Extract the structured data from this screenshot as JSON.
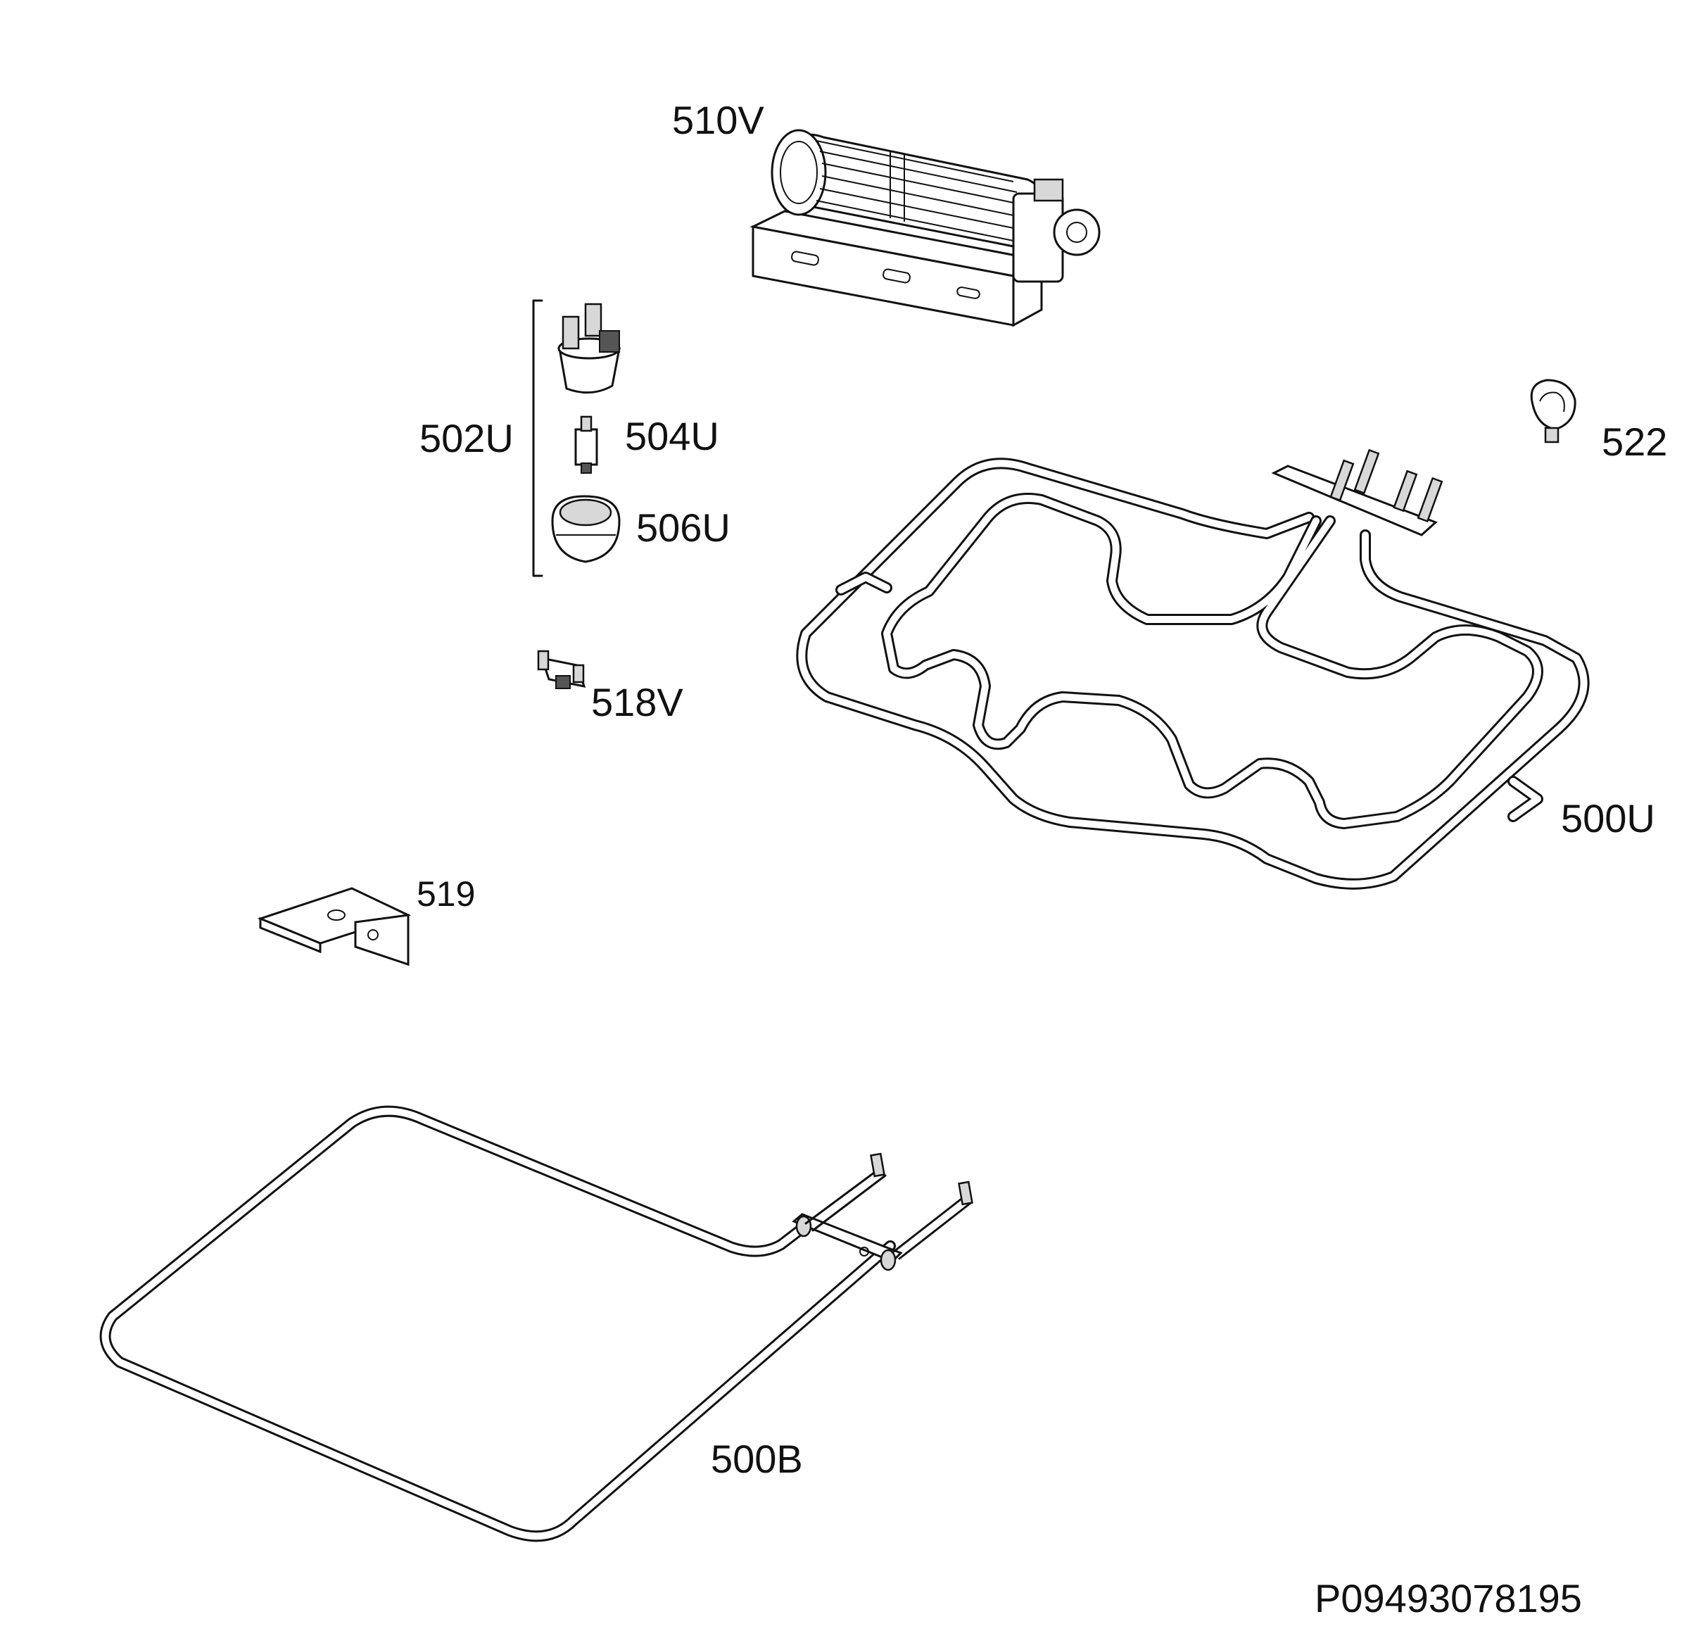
{
  "labels": {
    "fan": "510V",
    "thermostat_group": "502U",
    "lamp_holder": "504U",
    "lamp_cover": "506U",
    "thermal_fuse": "518V",
    "clip": "522",
    "top_element": "500U",
    "bracket": "519",
    "bottom_element": "500B"
  },
  "drawing_number": "P09493078195",
  "colors": {
    "line": "#111111",
    "background": "#ffffff"
  }
}
